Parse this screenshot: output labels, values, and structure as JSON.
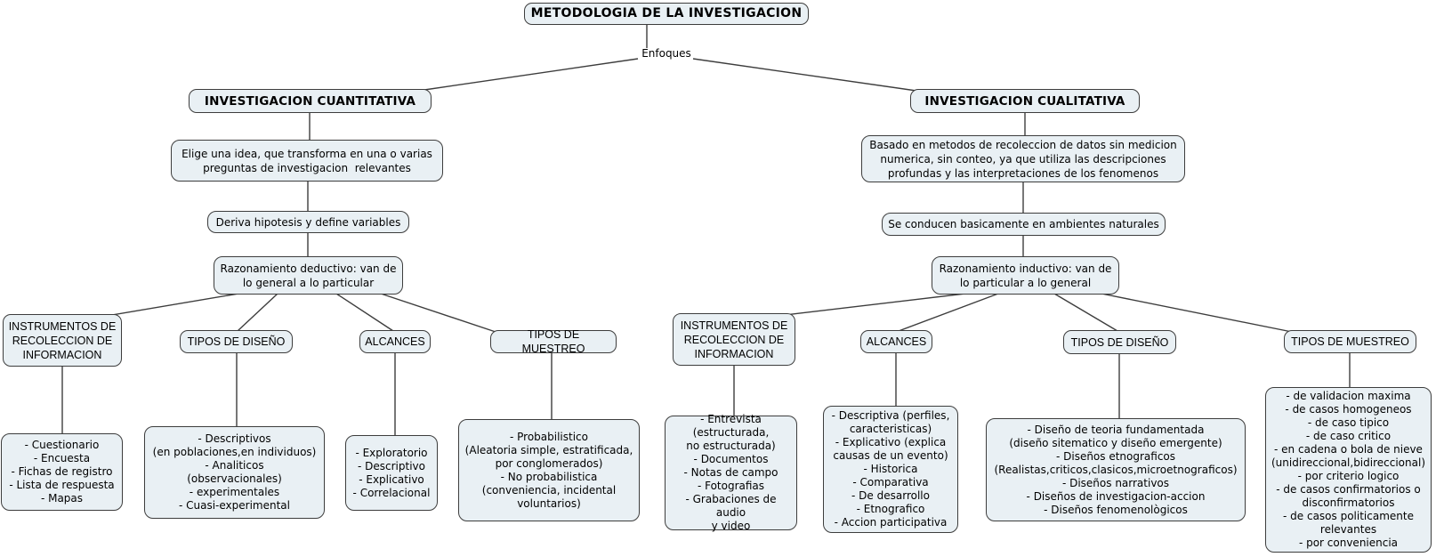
{
  "title": "METODOLOGIA DE LA INVESTIGACION",
  "link_label": "Enfoques",
  "colors": {
    "node_fill": "#e9f0f4",
    "node_border": "#3d3d3d",
    "line": "#3d3d3d",
    "background": "#ffffff",
    "text": "#000000"
  },
  "branches": [
    {
      "id": "cuantitativa",
      "header": "INVESTIGACION CUANTITATIVA",
      "steps": [
        "Elige una idea, que transforma en una o varias\npreguntas de investigacion  relevantes",
        "Deriva hipotesis y define variables",
        "Razonamiento deductivo: van de\nlo general a lo particular"
      ],
      "categories": [
        {
          "label": "INSTRUMENTOS DE\nRECOLECCION DE\nINFORMACION",
          "items": "- Cuestionario\n- Encuesta\n- Fichas de registro\n- Lista de respuesta\n- Mapas"
        },
        {
          "label": "TIPOS DE DISEÑO",
          "items": "- Descriptivos\n(en poblaciones,en individuos)\n- Analiticos\n(observacionales)\n- experimentales\n- Cuasi-experimental"
        },
        {
          "label": "ALCANCES",
          "items": "- Exploratorio\n- Descriptivo\n- Explicativo\n- Correlacional"
        },
        {
          "label": "TIPOS DE MUESTREO",
          "items": "- Probabilistico\n(Aleatoria simple, estratificada,\npor conglomerados)\n- No probabilistica\n(conveniencia, incidental\nvoluntarios)"
        }
      ]
    },
    {
      "id": "cualitativa",
      "header": "INVESTIGACION CUALITATIVA",
      "steps": [
        "Basado en metodos de recoleccion de datos sin medicion\nnumerica, sin conteo, ya que utiliza las descripciones\nprofundas y las interpretaciones de los fenomenos",
        "Se conducen basicamente en ambientes naturales",
        "Razonamiento inductivo: van de\nlo particular a lo general"
      ],
      "categories": [
        {
          "label": "INSTRUMENTOS DE\nRECOLECCION DE\nINFORMACION",
          "items": "- Entrevista\n(estructurada,\nno estructurada)\n- Documentos\n- Notas de campo\n- Fotografias\n- Grabaciones de audio\ny video"
        },
        {
          "label": "ALCANCES",
          "items": "- Descriptiva (perfiles,\ncaracteristicas)\n- Explicativo (explica\ncausas de un evento)\n- Historica\n- Comparativa\n- De desarrollo\n- Etnografico\n- Accion participativa"
        },
        {
          "label": "TIPOS DE DISEÑO",
          "items": "- Diseño de teoria fundamentada\n(diseño sitematico y diseño emergente)\n- Diseños etnograficos\n(Realistas,criticos,clasicos,microetnograficos)\n- Diseños narrativos\n- Diseños de investigacion-accion\n- Diseños fenomenològicos"
        },
        {
          "label": "TIPOS DE MUESTREO",
          "items": "- de validacion maxima\n- de casos homogeneos\n- de caso tipico\n- de caso critico\n- en cadena o bola de nieve\n(unidireccional,bidireccional)\n- por criterio logico\n- de casos confirmatorios o\ndisconfirmatorios\n- de casos politicamente\nrelevantes\n- por conveniencia"
        }
      ]
    }
  ]
}
